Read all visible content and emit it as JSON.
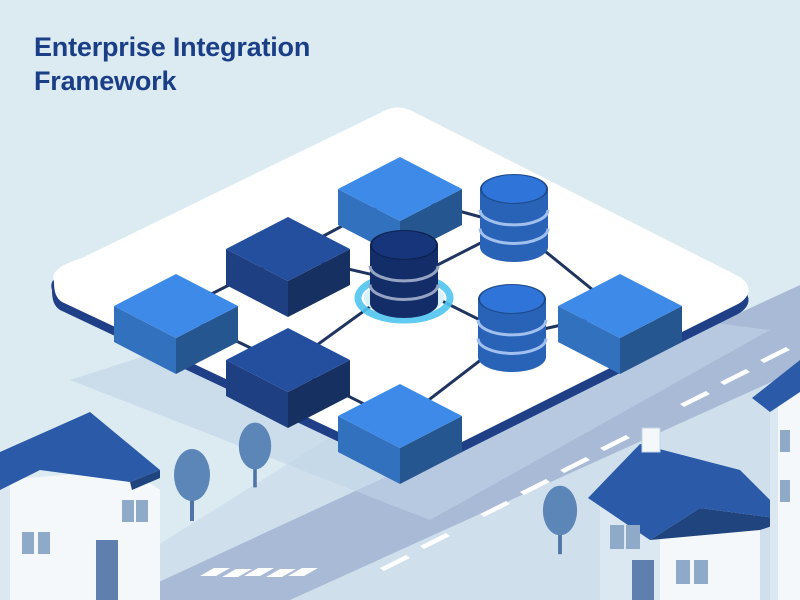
{
  "title": {
    "line1": "Enterprise Integration",
    "line2": "Framework"
  },
  "colors": {
    "background": "#dcebf2",
    "platform_top": "#ffffff",
    "platform_edge": "#1f3f86",
    "title": "#1b3f86",
    "block_bright": "#3d8ae8",
    "block_dark": "#244e9e",
    "database_bright": "#2f74d8",
    "database_dark": "#16357a",
    "hub_glow": "#4fc4ee",
    "connector": "#1f3560",
    "road": "#a8bad6",
    "house_roof": "#2a5aa8",
    "tree": "#5d86b8"
  },
  "nodes": [
    {
      "id": "block-top",
      "kind": "block",
      "tone": "bright"
    },
    {
      "id": "block-upper-left",
      "kind": "block",
      "tone": "dark"
    },
    {
      "id": "block-left",
      "kind": "block",
      "tone": "bright"
    },
    {
      "id": "block-lower-left",
      "kind": "block",
      "tone": "dark"
    },
    {
      "id": "block-bottom",
      "kind": "block",
      "tone": "bright"
    },
    {
      "id": "block-right",
      "kind": "block",
      "tone": "bright"
    },
    {
      "id": "database-upper-right",
      "kind": "database",
      "tone": "bright"
    },
    {
      "id": "database-hub",
      "kind": "database",
      "tone": "dark",
      "highlighted": true
    },
    {
      "id": "database-lower-right",
      "kind": "database",
      "tone": "bright"
    }
  ],
  "connections": [
    [
      "block-top",
      "block-upper-left"
    ],
    [
      "block-top",
      "database-upper-right"
    ],
    [
      "block-upper-left",
      "block-left"
    ],
    [
      "block-upper-left",
      "database-hub"
    ],
    [
      "database-upper-right",
      "database-hub"
    ],
    [
      "database-upper-right",
      "block-right"
    ],
    [
      "block-left",
      "block-lower-left"
    ],
    [
      "database-hub",
      "block-lower-left"
    ],
    [
      "database-hub",
      "database-lower-right"
    ],
    [
      "block-right",
      "database-lower-right"
    ],
    [
      "block-lower-left",
      "block-bottom"
    ],
    [
      "database-lower-right",
      "block-bottom"
    ]
  ]
}
